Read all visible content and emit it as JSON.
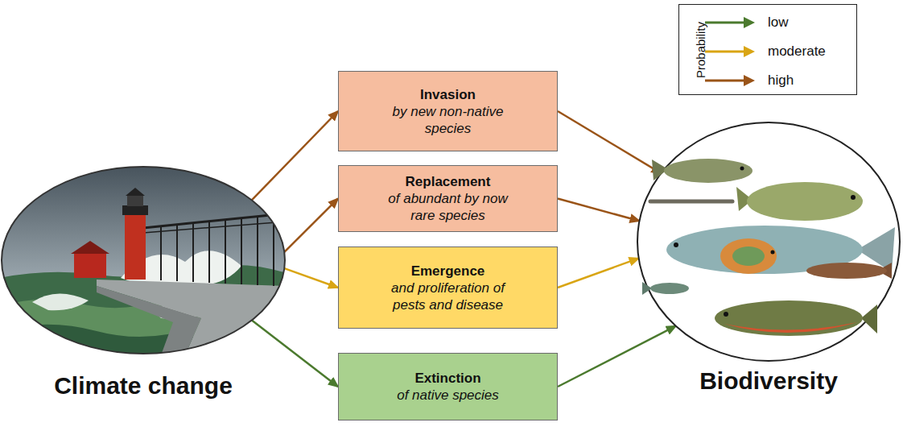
{
  "diagram": {
    "nodes": [
      {
        "text": [
          "Climate change"
        ]
      },
      {
        "text": [
          "Invasion",
          "by new non-native species"
        ]
      },
      {
        "text": [
          "Replacement",
          "of abundant by now rare species"
        ]
      },
      {
        "text": [
          "Emergence",
          "and proliferation of pests and disease"
        ]
      },
      {
        "text": [
          "Extinction",
          "of native species"
        ]
      },
      {
        "text": [
          "Biodiversity"
        ]
      }
    ],
    "edges": [
      {
        "from": 0,
        "to": 1,
        "arrow": "to"
      },
      {
        "from": 0,
        "to": 2,
        "arrow": "to"
      },
      {
        "from": 0,
        "to": 3,
        "arrow": "to"
      },
      {
        "from": 0,
        "to": 4,
        "arrow": "to"
      },
      {
        "from": 1,
        "to": 5,
        "arrow": "to"
      },
      {
        "from": 2,
        "to": 5,
        "arrow": "to"
      },
      {
        "from": 3,
        "to": 5,
        "arrow": "to"
      },
      {
        "from": 4,
        "to": 5,
        "arrow": "to"
      }
    ],
    "labels": [
      "Probability"
    ],
    "legend": [
      {
        "text": "low"
      },
      {
        "text": "moderate"
      },
      {
        "text": "high"
      }
    ]
  }
}
